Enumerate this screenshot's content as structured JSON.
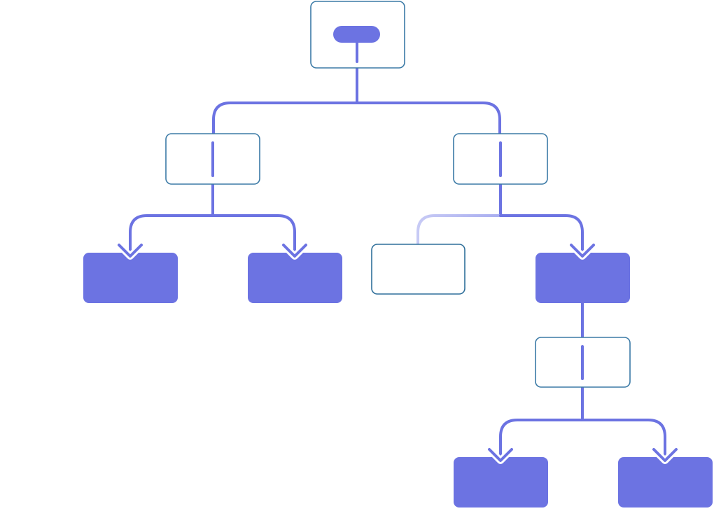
{
  "diagram": {
    "type": "tree",
    "colors": {
      "accent": "#6c73e2",
      "outline_border": "#2f6f9a",
      "faded_edge": "#b9bdf3",
      "node_fill_outline": "#ffffff",
      "arrow_halo": "#ffffff"
    },
    "nodes": [
      {
        "id": "root",
        "style": "outline",
        "glyph": "pill-with-stem"
      },
      {
        "id": "n1-left",
        "style": "outline",
        "glyph": "vertical-bar"
      },
      {
        "id": "n1-right",
        "style": "outline",
        "glyph": "vertical-bar"
      },
      {
        "id": "leaf-a",
        "style": "filled"
      },
      {
        "id": "leaf-b",
        "style": "filled"
      },
      {
        "id": "n2-outline",
        "style": "outline",
        "glyph": "none"
      },
      {
        "id": "n2-filled",
        "style": "filled"
      },
      {
        "id": "n3",
        "style": "outline",
        "glyph": "vertical-bar"
      },
      {
        "id": "leaf-c",
        "style": "filled"
      },
      {
        "id": "leaf-d",
        "style": "filled"
      }
    ],
    "edges": [
      {
        "from": "root",
        "to": "n1-left",
        "arrow": false,
        "faded": false
      },
      {
        "from": "root",
        "to": "n1-right",
        "arrow": false,
        "faded": false
      },
      {
        "from": "n1-left",
        "to": "leaf-a",
        "arrow": true,
        "faded": false
      },
      {
        "from": "n1-left",
        "to": "leaf-b",
        "arrow": true,
        "faded": false
      },
      {
        "from": "n1-right",
        "to": "n2-outline",
        "arrow": false,
        "faded": true
      },
      {
        "from": "n1-right",
        "to": "n2-filled",
        "arrow": true,
        "faded": false
      },
      {
        "from": "n2-filled",
        "to": "n3",
        "arrow": false,
        "faded": false
      },
      {
        "from": "n3",
        "to": "leaf-c",
        "arrow": true,
        "faded": false
      },
      {
        "from": "n3",
        "to": "leaf-d",
        "arrow": true,
        "faded": false
      }
    ]
  }
}
